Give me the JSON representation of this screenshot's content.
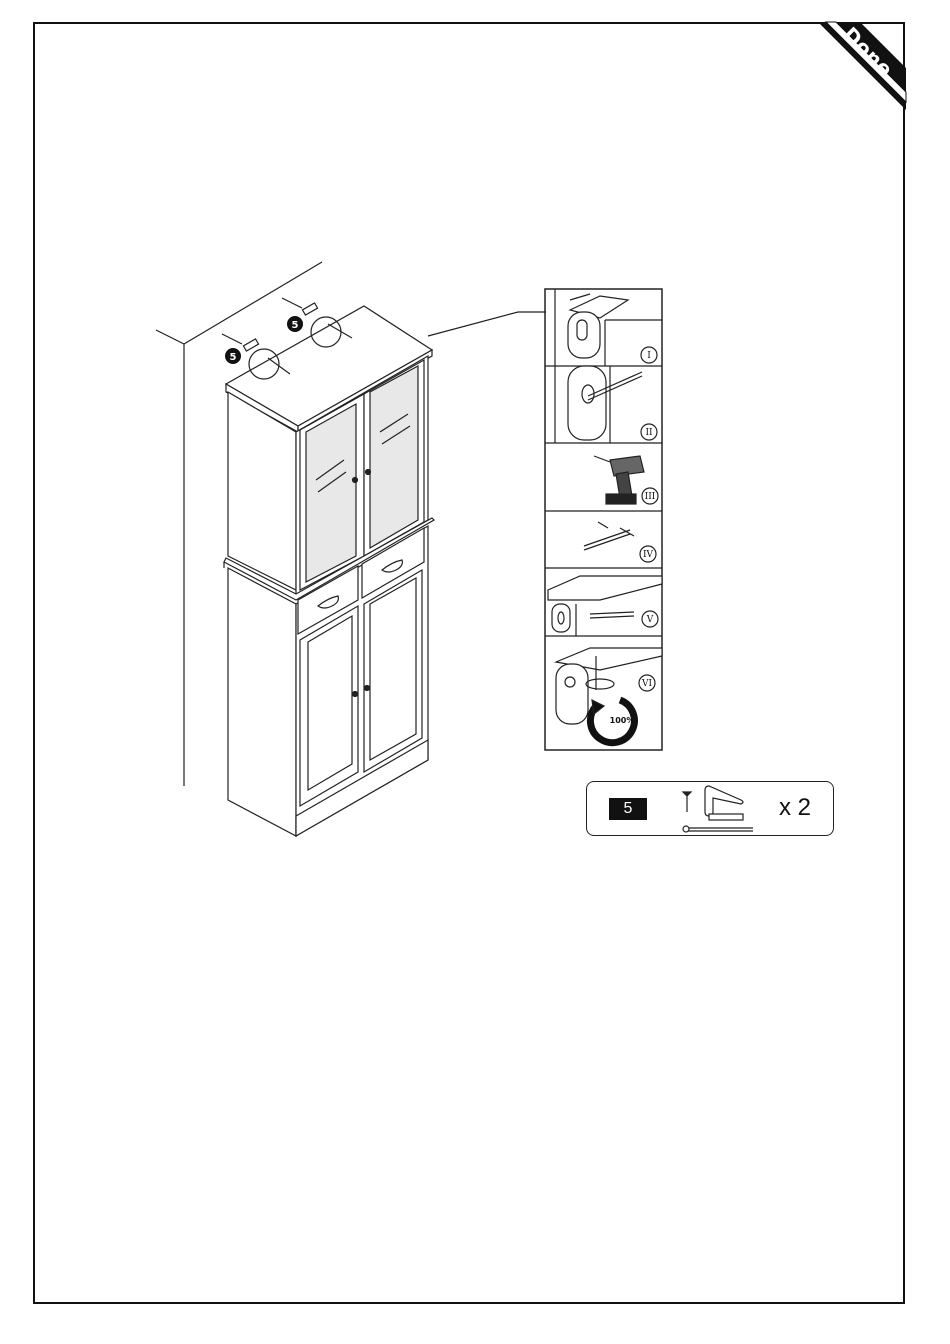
{
  "status": {
    "label": "Done"
  },
  "callout": {
    "step_badges": [
      "5",
      "5"
    ]
  },
  "steps": [
    {
      "numeral": "I"
    },
    {
      "numeral": "II"
    },
    {
      "numeral": "III"
    },
    {
      "numeral": "IV"
    },
    {
      "numeral": "V"
    },
    {
      "numeral": "VI",
      "percent": "100%"
    }
  ],
  "parts": {
    "badge": "5",
    "quantity": "x 2"
  }
}
